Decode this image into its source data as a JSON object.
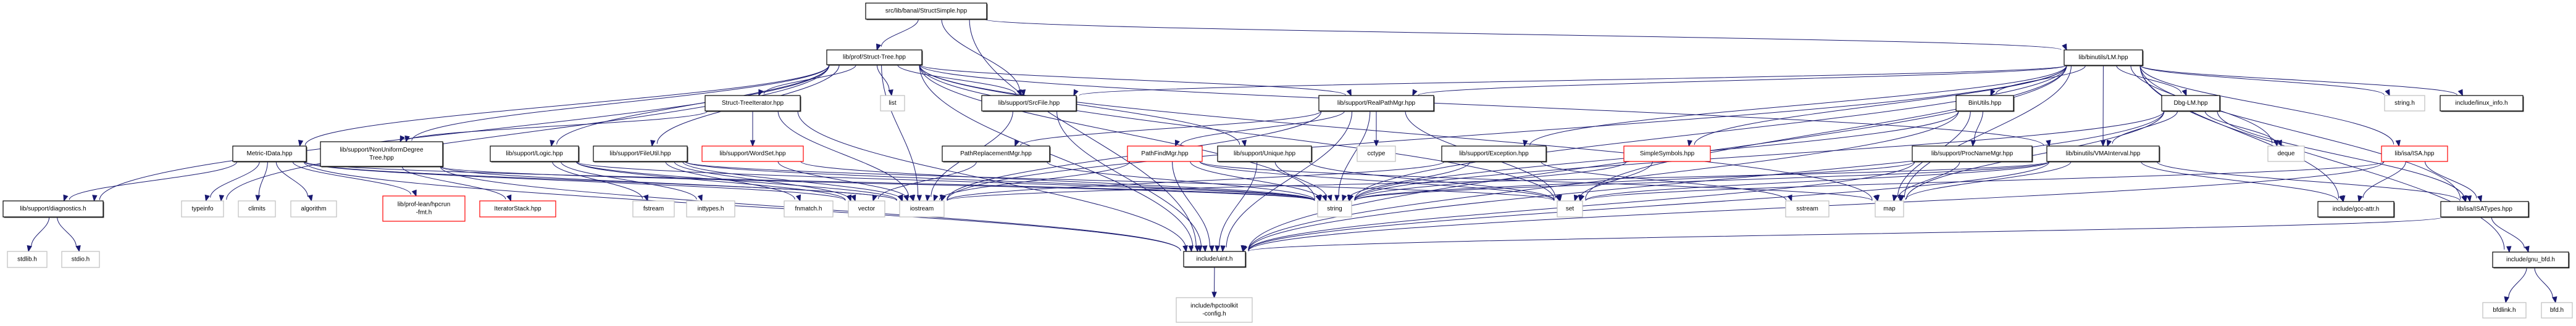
{
  "title": "Include dependency graph for src/lib/banal/StructSimple.hpp",
  "style": {
    "edge_color": "#191970",
    "root_fill": "#bfbfbf",
    "documented_border": "#000000",
    "undocumented_border": "#ff0000",
    "system_border": "#bfbfbf"
  },
  "nodes": [
    {
      "id": "root",
      "label": "src/lib/banal/StructSimple.hpp",
      "kind": "root"
    },
    {
      "id": "structtree",
      "label": "lib/prof/Struct-Tree.hpp",
      "kind": "doc"
    },
    {
      "id": "lm",
      "label": "lib/binutils/LM.hpp",
      "kind": "doc"
    },
    {
      "id": "diagnostics",
      "label": "lib/support/diagnostics.h",
      "kind": "doc"
    },
    {
      "id": "uint",
      "label": "include/uint.h",
      "kind": "doc"
    },
    {
      "id": "structtreeiter",
      "label": "Struct-TreeIterator.hpp",
      "kind": "doc"
    },
    {
      "id": "list",
      "label": "list",
      "kind": "sys"
    },
    {
      "id": "srcfile",
      "label": "lib/support/SrcFile.hpp",
      "kind": "doc"
    },
    {
      "id": "realpathmgr",
      "label": "lib/support/RealPathMgr.hpp",
      "kind": "doc"
    },
    {
      "id": "binutils",
      "label": "BinUtils.hpp",
      "kind": "doc"
    },
    {
      "id": "dbglm",
      "label": "Dbg-LM.hpp",
      "kind": "doc"
    },
    {
      "id": "stringh",
      "label": "string.h",
      "kind": "sys"
    },
    {
      "id": "linuxinfo",
      "label": "include/linux_info.h",
      "kind": "doc"
    },
    {
      "id": "metricidata",
      "label": "Metric-IData.hpp",
      "kind": "doc"
    },
    {
      "id": "nonuniform",
      "label": "lib/support/NonUniformDegree\nTree.hpp",
      "kind": "doc"
    },
    {
      "id": "logic",
      "label": "lib/support/Logic.hpp",
      "kind": "doc"
    },
    {
      "id": "fileutil",
      "label": "lib/support/FileUtil.hpp",
      "kind": "doc"
    },
    {
      "id": "wordset",
      "label": "lib/support/WordSet.hpp",
      "kind": "undoc"
    },
    {
      "id": "pathreplacement",
      "label": "PathReplacementMgr.hpp",
      "kind": "doc"
    },
    {
      "id": "pathfind",
      "label": "PathFindMgr.hpp",
      "kind": "undoc"
    },
    {
      "id": "unique",
      "label": "lib/support/Unique.hpp",
      "kind": "doc"
    },
    {
      "id": "cctype",
      "label": "cctype",
      "kind": "sys"
    },
    {
      "id": "exception",
      "label": "lib/support/Exception.hpp",
      "kind": "doc"
    },
    {
      "id": "simplesymbols",
      "label": "SimpleSymbols.hpp",
      "kind": "undoc"
    },
    {
      "id": "procnamemgr",
      "label": "lib/support/ProcNameMgr.hpp",
      "kind": "doc"
    },
    {
      "id": "vmainterval",
      "label": "lib/binutils/VMAInterval.hpp",
      "kind": "doc"
    },
    {
      "id": "deque",
      "label": "deque",
      "kind": "sys"
    },
    {
      "id": "isa",
      "label": "lib/isa/ISA.hpp",
      "kind": "undoc"
    },
    {
      "id": "typeinfo",
      "label": "typeinfo",
      "kind": "sys"
    },
    {
      "id": "climits",
      "label": "climits",
      "kind": "sys"
    },
    {
      "id": "algorithm",
      "label": "algorithm",
      "kind": "sys"
    },
    {
      "id": "hpcrunfmt",
      "label": "lib/prof-lean/hpcrun\n-fmt.h",
      "kind": "undoc"
    },
    {
      "id": "iteratorstack",
      "label": "IteratorStack.hpp",
      "kind": "undoc"
    },
    {
      "id": "fstream",
      "label": "fstream",
      "kind": "sys"
    },
    {
      "id": "inttypes",
      "label": "inttypes.h",
      "kind": "sys"
    },
    {
      "id": "fnmatch",
      "label": "fnmatch.h",
      "kind": "sys"
    },
    {
      "id": "vector",
      "label": "vector",
      "kind": "sys"
    },
    {
      "id": "iostream",
      "label": "iostream",
      "kind": "sys"
    },
    {
      "id": "string",
      "label": "string",
      "kind": "sys"
    },
    {
      "id": "set",
      "label": "set",
      "kind": "sys"
    },
    {
      "id": "sstream",
      "label": "sstream",
      "kind": "sys"
    },
    {
      "id": "map",
      "label": "map",
      "kind": "sys"
    },
    {
      "id": "gccattr",
      "label": "include/gcc-attr.h",
      "kind": "doc"
    },
    {
      "id": "isatypes",
      "label": "lib/isa/ISATypes.hpp",
      "kind": "doc"
    },
    {
      "id": "stdlib",
      "label": "stdlib.h",
      "kind": "sys"
    },
    {
      "id": "stdio",
      "label": "stdio.h",
      "kind": "sys"
    },
    {
      "id": "hpctoolkitconfig",
      "label": "include/hpctoolkit\n-config.h",
      "kind": "sys"
    },
    {
      "id": "gnubfd",
      "label": "include/gnu_bfd.h",
      "kind": "doc"
    },
    {
      "id": "bfdlink",
      "label": "bfdlink.h",
      "kind": "sys"
    },
    {
      "id": "bfd",
      "label": "bfd.h",
      "kind": "sys"
    }
  ],
  "edges": [
    [
      "root",
      "structtree"
    ],
    [
      "root",
      "srcfile"
    ],
    [
      "root",
      "lm"
    ],
    [
      "root",
      "uint"
    ],
    [
      "structtree",
      "diagnostics"
    ],
    [
      "structtree",
      "uint"
    ],
    [
      "structtree",
      "structtreeiter"
    ],
    [
      "structtree",
      "list"
    ],
    [
      "structtree",
      "srcfile"
    ],
    [
      "structtree",
      "realpathmgr"
    ],
    [
      "structtree",
      "metricidata"
    ],
    [
      "structtree",
      "nonuniform"
    ],
    [
      "structtree",
      "logic"
    ],
    [
      "structtree",
      "fileutil"
    ],
    [
      "structtree",
      "unique"
    ],
    [
      "structtree",
      "typeinfo"
    ],
    [
      "structtree",
      "iostream"
    ],
    [
      "structtree",
      "string"
    ],
    [
      "structtree",
      "set"
    ],
    [
      "structtree",
      "map"
    ],
    [
      "structtree",
      "vmainterval"
    ],
    [
      "lm",
      "binutils"
    ],
    [
      "lm",
      "dbglm"
    ],
    [
      "lm",
      "stringh"
    ],
    [
      "lm",
      "linuxinfo"
    ],
    [
      "lm",
      "vmainterval"
    ],
    [
      "lm",
      "deque"
    ],
    [
      "lm",
      "isa"
    ],
    [
      "lm",
      "map"
    ],
    [
      "lm",
      "srcfile"
    ],
    [
      "lm",
      "realpathmgr"
    ],
    [
      "lm",
      "exception"
    ],
    [
      "lm",
      "simplesymbols"
    ],
    [
      "lm",
      "string"
    ],
    [
      "lm",
      "iostream"
    ],
    [
      "lm",
      "set"
    ],
    [
      "lm",
      "gccattr"
    ],
    [
      "lm",
      "isatypes"
    ],
    [
      "lm",
      "gnubfd"
    ],
    [
      "lm",
      "uint"
    ],
    [
      "diagnostics",
      "stdlib"
    ],
    [
      "diagnostics",
      "stdio"
    ],
    [
      "uint",
      "hpctoolkitconfig"
    ],
    [
      "structtreeiter",
      "wordset"
    ],
    [
      "structtreeiter",
      "nonuniform"
    ],
    [
      "structtreeiter",
      "iostream"
    ],
    [
      "structtreeiter",
      "uint"
    ],
    [
      "srcfile",
      "iostream"
    ],
    [
      "srcfile",
      "uint"
    ],
    [
      "realpathmgr",
      "pathreplacement"
    ],
    [
      "realpathmgr",
      "pathfind"
    ],
    [
      "realpathmgr",
      "cctype"
    ],
    [
      "realpathmgr",
      "string"
    ],
    [
      "realpathmgr",
      "iostream"
    ],
    [
      "realpathmgr",
      "set"
    ],
    [
      "realpathmgr",
      "uint"
    ],
    [
      "metricidata",
      "diagnostics"
    ],
    [
      "metricidata",
      "typeinfo"
    ],
    [
      "metricidata",
      "climits"
    ],
    [
      "metricidata",
      "algorithm"
    ],
    [
      "metricidata",
      "hpcrunfmt"
    ],
    [
      "metricidata",
      "vector"
    ],
    [
      "metricidata",
      "iostream"
    ],
    [
      "metricidata",
      "string"
    ],
    [
      "metricidata",
      "uint"
    ],
    [
      "nonuniform",
      "iteratorstack"
    ],
    [
      "nonuniform",
      "iostream"
    ],
    [
      "nonuniform",
      "string"
    ],
    [
      "nonuniform",
      "uint"
    ],
    [
      "logic",
      "fstream"
    ],
    [
      "logic",
      "inttypes"
    ],
    [
      "logic",
      "vector"
    ],
    [
      "logic",
      "iostream"
    ],
    [
      "logic",
      "string"
    ],
    [
      "fileutil",
      "fnmatch"
    ],
    [
      "fileutil",
      "vector"
    ],
    [
      "fileutil",
      "iostream"
    ],
    [
      "fileutil",
      "string"
    ],
    [
      "fileutil",
      "set"
    ],
    [
      "wordset",
      "iostream"
    ],
    [
      "wordset",
      "string"
    ],
    [
      "pathreplacement",
      "vector"
    ],
    [
      "pathreplacement",
      "string"
    ],
    [
      "pathfind",
      "iostream"
    ],
    [
      "pathfind",
      "string"
    ],
    [
      "pathfind",
      "set"
    ],
    [
      "pathfind",
      "map"
    ],
    [
      "pathfind",
      "uint"
    ],
    [
      "unique",
      "string"
    ],
    [
      "unique",
      "set"
    ],
    [
      "unique",
      "uint"
    ],
    [
      "exception",
      "iostream"
    ],
    [
      "exception",
      "string"
    ],
    [
      "exception",
      "sstream"
    ],
    [
      "simplesymbols",
      "string"
    ],
    [
      "simplesymbols",
      "set"
    ],
    [
      "binutils",
      "procnamemgr"
    ],
    [
      "binutils",
      "string"
    ],
    [
      "binutils",
      "map"
    ],
    [
      "binutils",
      "uint"
    ],
    [
      "dbglm",
      "vmainterval"
    ],
    [
      "dbglm",
      "deque"
    ],
    [
      "dbglm",
      "map"
    ],
    [
      "dbglm",
      "string"
    ],
    [
      "dbglm",
      "isatypes"
    ],
    [
      "dbglm",
      "uint"
    ],
    [
      "procnamemgr",
      "map"
    ],
    [
      "procnamemgr",
      "string"
    ],
    [
      "procnamemgr",
      "uint"
    ],
    [
      "vmainterval",
      "iostream"
    ],
    [
      "vmainterval",
      "string"
    ],
    [
      "vmainterval",
      "set"
    ],
    [
      "vmainterval",
      "map"
    ],
    [
      "vmainterval",
      "gccattr"
    ],
    [
      "vmainterval",
      "isatypes"
    ],
    [
      "vmainterval",
      "uint"
    ],
    [
      "isa",
      "gccattr"
    ],
    [
      "isa",
      "isatypes"
    ],
    [
      "isa",
      "set"
    ],
    [
      "isa",
      "uint"
    ],
    [
      "isatypes",
      "gnubfd"
    ],
    [
      "isatypes",
      "uint"
    ],
    [
      "gnubfd",
      "bfdlink"
    ],
    [
      "gnubfd",
      "bfd"
    ]
  ]
}
